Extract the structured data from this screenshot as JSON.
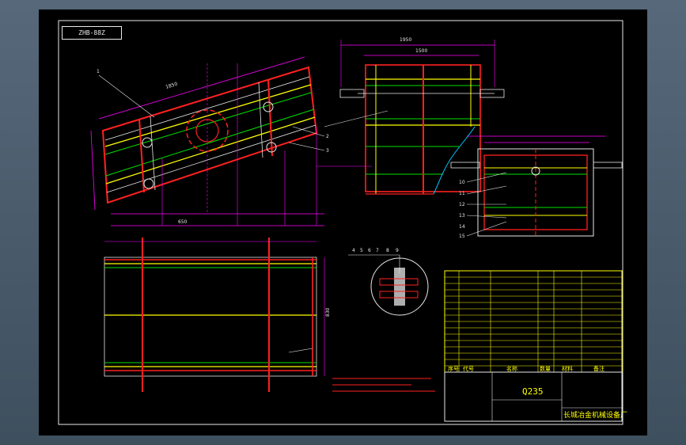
{
  "drawing": {
    "code_box": "ZHB-88Z",
    "material": "Q235",
    "company": "长城冶金机械设备厂",
    "title_block": {
      "labels": [
        "序号",
        "代号",
        "名称",
        "数量",
        "材料",
        "备注"
      ]
    },
    "callouts": [
      "1",
      "2",
      "3",
      "4",
      "5",
      "6",
      "7",
      "8",
      "9",
      "10",
      "11",
      "12",
      "13",
      "14",
      "15"
    ],
    "dimensions": {
      "top_width": "1950",
      "inner_width": "1500",
      "diag_length": "1850",
      "base_width": "650",
      "side_height": "830"
    }
  },
  "colors": {
    "line_white": "#e8e8e8",
    "line_red": "#ff2020",
    "line_green": "#00e000",
    "line_yellow": "#ffff00",
    "line_magenta": "#ff00ff",
    "line_cyan": "#00c8ff",
    "sheet_bg": "#000000"
  }
}
